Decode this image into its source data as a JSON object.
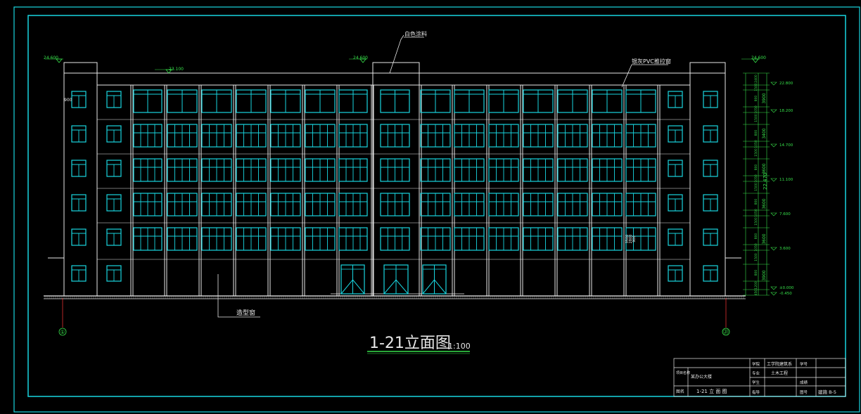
{
  "drawing_title": "1-21立面图",
  "drawing_scale": "1:100",
  "annotations": {
    "top_finish": "白色涂料",
    "pvc_window": "银灰PVC推拉窗",
    "feature_window": "造型窗",
    "eave_mark": "900",
    "stair_window_dims": [
      "3500",
      "2800",
      "900"
    ]
  },
  "level_marks": {
    "left_parapet": "24.600",
    "mid_roof": "23.100",
    "center_tower": "24.600",
    "right_parapet": "24.600"
  },
  "right_levels": [
    "22.800",
    "18.200",
    "14.700",
    "11.100",
    "7.600",
    "3.600",
    "±0.000",
    "-0.450"
  ],
  "floor_heights": [
    "3900",
    "3400",
    "3600",
    "3600",
    "3600",
    "3900"
  ],
  "detail_dims": [
    "2400",
    "1500",
    "800",
    "1050",
    "1500",
    "800",
    "1050",
    "1500",
    "800",
    "1050",
    "1500",
    "800",
    "1050",
    "1500",
    "800",
    "1050",
    "1500",
    "800",
    "1200",
    "450"
  ],
  "total_height": "22.470",
  "axis_labels": {
    "left": "①",
    "right": "㉑"
  },
  "title_block": {
    "project_label": "项目名称",
    "project_name": "某办公大楼",
    "drawing_label": "图名",
    "drawing_name": "1-21 立 面 图",
    "school_label": "学院",
    "school_value": "工学院建筑系",
    "major_label": "专业",
    "major_value": "土木工程",
    "student_label": "学生",
    "teacher_label": "指导",
    "no_label": "学号",
    "grade_label": "成绩",
    "sheet_label": "图号",
    "sheet_value": "建施 B-5"
  }
}
